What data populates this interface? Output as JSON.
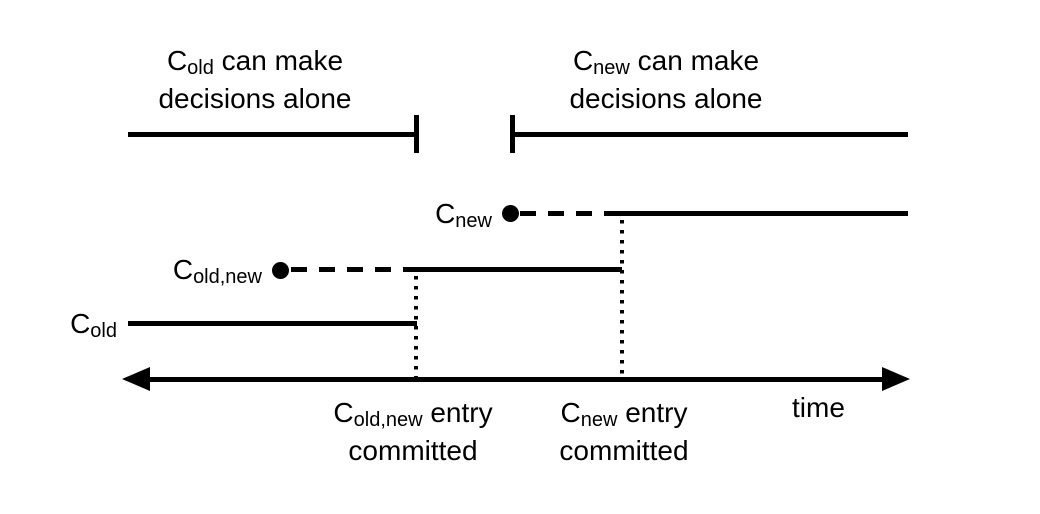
{
  "colors": {
    "ink": "#000000",
    "background": "#ffffff"
  },
  "annotations": {
    "left": {
      "prefix": "C",
      "sub": "old",
      "line1_rest": " can make",
      "line2": "decisions alone"
    },
    "right": {
      "prefix": "C",
      "sub": "new",
      "line1_rest": " can make",
      "line2": "decisions alone"
    }
  },
  "timelines": {
    "cold": {
      "label_prefix": "C",
      "label_sub": "old"
    },
    "coldnew": {
      "label_prefix": "C",
      "label_sub": "old,new"
    },
    "cnew": {
      "label_prefix": "C",
      "label_sub": "new"
    }
  },
  "events": {
    "coldnew_commit": {
      "prefix": "C",
      "sub": "old,new",
      "rest": " entry",
      "line2": "committed"
    },
    "cnew_commit": {
      "prefix": "C",
      "sub": "new",
      "rest": " entry",
      "line2": "committed"
    }
  },
  "axis": {
    "label": "time"
  }
}
